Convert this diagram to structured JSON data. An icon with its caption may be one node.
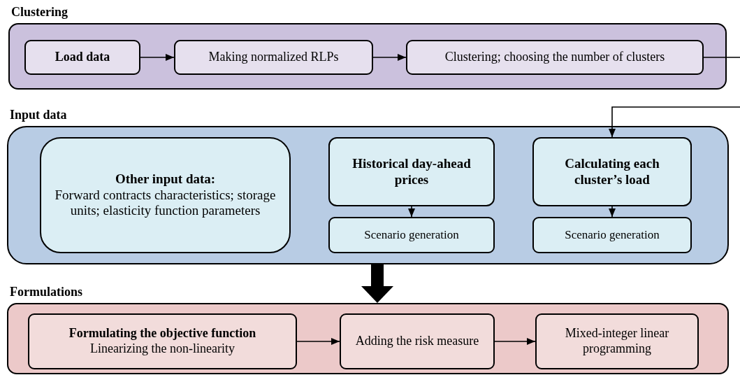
{
  "diagram": {
    "nodes": [
      {
        "text": [
          "Clustering"
        ]
      },
      {
        "text": [
          "Load data"
        ],
        "in": 0
      },
      {
        "text": [
          "Making normalized RLPs"
        ],
        "in": 0
      },
      {
        "text": [
          "Clustering; choosing the number of clusters"
        ],
        "in": 0
      },
      {
        "text": [
          "Input data"
        ]
      },
      {
        "text": [
          "Other input data:",
          "Forward contracts characteristics; storage units; elasticity function parameters"
        ],
        "in": 4
      },
      {
        "text": [
          "Historical day-ahead prices"
        ],
        "in": 4
      },
      {
        "text": [
          "Scenario generation"
        ],
        "in": 4
      },
      {
        "text": [
          "Calculating each cluster’s load"
        ],
        "in": 4
      },
      {
        "text": [
          "Scenario generation"
        ],
        "in": 4
      },
      {
        "text": [
          "Formulations"
        ]
      },
      {
        "text": [
          "Formulating the objective function",
          "Linearizing the non-linearity"
        ],
        "in": 10
      },
      {
        "text": [
          "Adding the risk measure"
        ],
        "in": 10
      },
      {
        "text": [
          "Mixed-integer linear programming"
        ],
        "in": 10
      }
    ],
    "edges": [
      {
        "from": 1,
        "to": 2,
        "arrow": "to"
      },
      {
        "from": 2,
        "to": 3,
        "arrow": "to"
      },
      {
        "from": 3,
        "to": 8,
        "arrow": "to"
      },
      {
        "from": 6,
        "to": 7,
        "arrow": "to"
      },
      {
        "from": 8,
        "to": 9,
        "arrow": "to"
      },
      {
        "from": 4,
        "to": 10,
        "arrow": "to",
        "style": "thick"
      },
      {
        "from": 11,
        "to": 12,
        "arrow": "to"
      },
      {
        "from": 12,
        "to": 13,
        "arrow": "to"
      }
    ]
  }
}
